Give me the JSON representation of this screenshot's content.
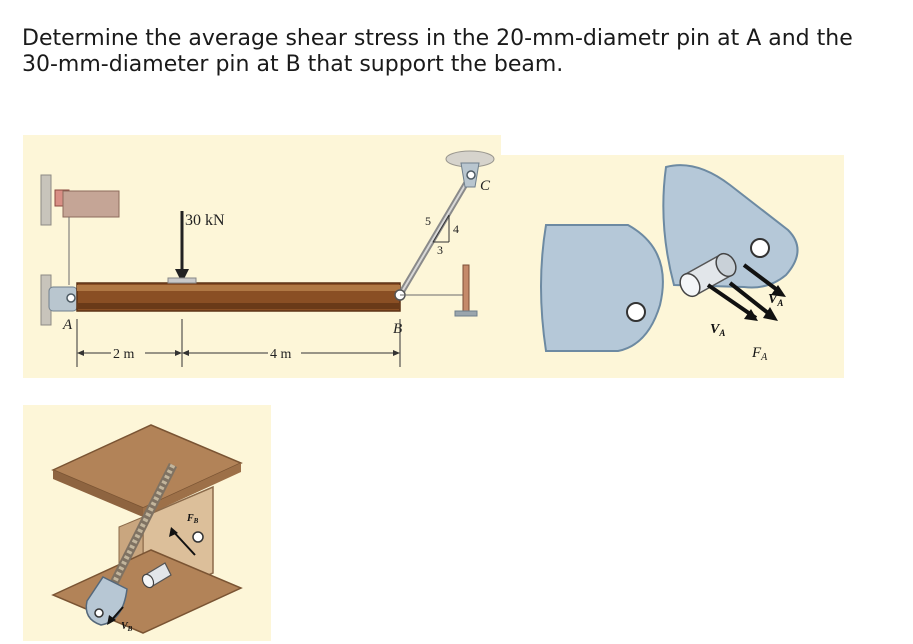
{
  "problem": {
    "line1": "Determine the average shear stress in the 20-mm-diametr pin at A and the",
    "line2": "30-mm-diameter pin at B that support the beam."
  },
  "beam_figure": {
    "load_label": "30 kN",
    "point_a": "A",
    "point_b": "B",
    "point_c": "C",
    "slope_hyp": "5",
    "slope_vert": "4",
    "slope_horiz": "3",
    "dim_left": "2 m",
    "dim_right": "4 m"
  },
  "pin_a_figure": {
    "shear_force_1": "V",
    "shear_force_1_sub": "A",
    "shear_force_2": "V",
    "shear_force_2_sub": "A",
    "resultant_force": "F",
    "resultant_force_sub": "A"
  },
  "pin_b_figure": {
    "cable_force": "F",
    "cable_force_sub": "B",
    "shear_force": "V",
    "shear_force_sub": "B"
  },
  "colors": {
    "figure_background": "#fdf6d8",
    "beam": "#8a4f24",
    "plate": "#b5c8d8",
    "bracket": "#8b6a4a"
  }
}
